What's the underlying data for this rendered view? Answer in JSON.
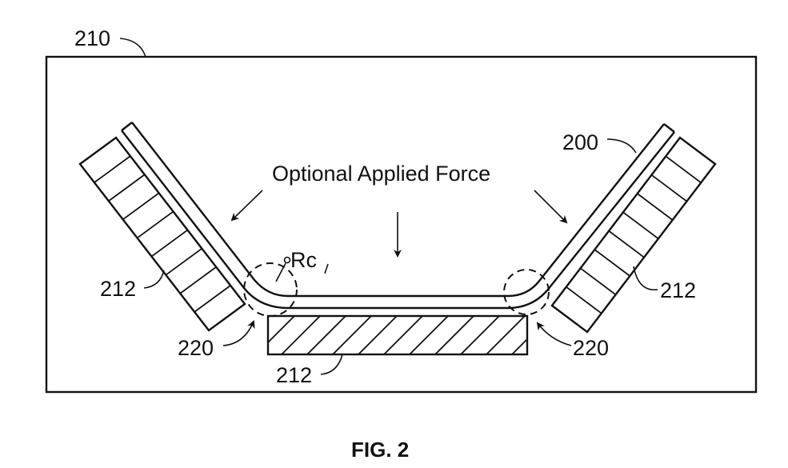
{
  "figure": {
    "caption": "FIG. 2",
    "title_annotation": "Optional Applied Force",
    "radius_label": "Rc",
    "reference_numerals": {
      "enclosure": "210",
      "sheet": "200",
      "die_left": "212",
      "die_right": "212",
      "die_bottom": "212",
      "bend_left": "220",
      "bend_right": "220"
    },
    "colors": {
      "ink": "#111111",
      "background": "#ffffff"
    }
  }
}
